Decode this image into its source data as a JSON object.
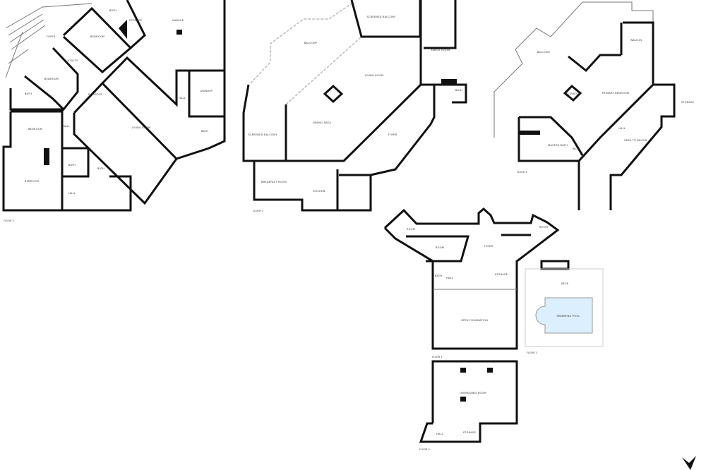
{
  "plans": {
    "floor_a": {
      "name": "FLOOR 3",
      "rooms": [
        "BATH",
        "STORAGE",
        "GARAGE",
        "FOYER",
        "BEDROOM",
        "UTILITY",
        "BEDROOM",
        "BATH",
        "ELEVATOR",
        "LAUNDRY",
        "HALL",
        "BEDROOM",
        "LIVING ROOM",
        "BATH",
        "HALL",
        "BATH",
        "BEDROOM",
        "HALL",
        "BATH"
      ]
    },
    "floor_b": {
      "name": "FLOOR 2",
      "rooms": [
        "SCREENED BALCONY",
        "BALCONY",
        "LIVING ROOM",
        "FAMILY ROOM",
        "DINING AREA",
        "SCREENED BALCONY",
        "FOYER",
        "BATH",
        "BREAKFAST ROOM",
        "KITCHEN"
      ]
    },
    "floor_c": {
      "name": "FLOOR 4",
      "rooms": [
        "BALCONY",
        "WALK-IN",
        "PRIMARY BEDROOM",
        "ELEVATOR",
        "MASTER BATH",
        "WC",
        "HALL",
        "OPEN TO BELOW",
        "STORAGE"
      ]
    },
    "floor_d": {
      "name": "FLOOR 1",
      "rooms": [
        "ROOM",
        "ROOM",
        "FOYER",
        "ROOM",
        "BATH",
        "HALL",
        "STORAGE",
        "OPEN FOUNDATION"
      ]
    },
    "pool": {
      "name": "FLOOR 1",
      "rooms": [
        "DECK",
        "SWIMMING POOL"
      ],
      "pool_color": "#dcefff"
    },
    "floor_e": {
      "name": "FLOOR 0",
      "rooms": [
        "UNFINISHED ROOM",
        "HALL",
        "STORAGE"
      ]
    }
  },
  "compass_icon": "north-arrow"
}
